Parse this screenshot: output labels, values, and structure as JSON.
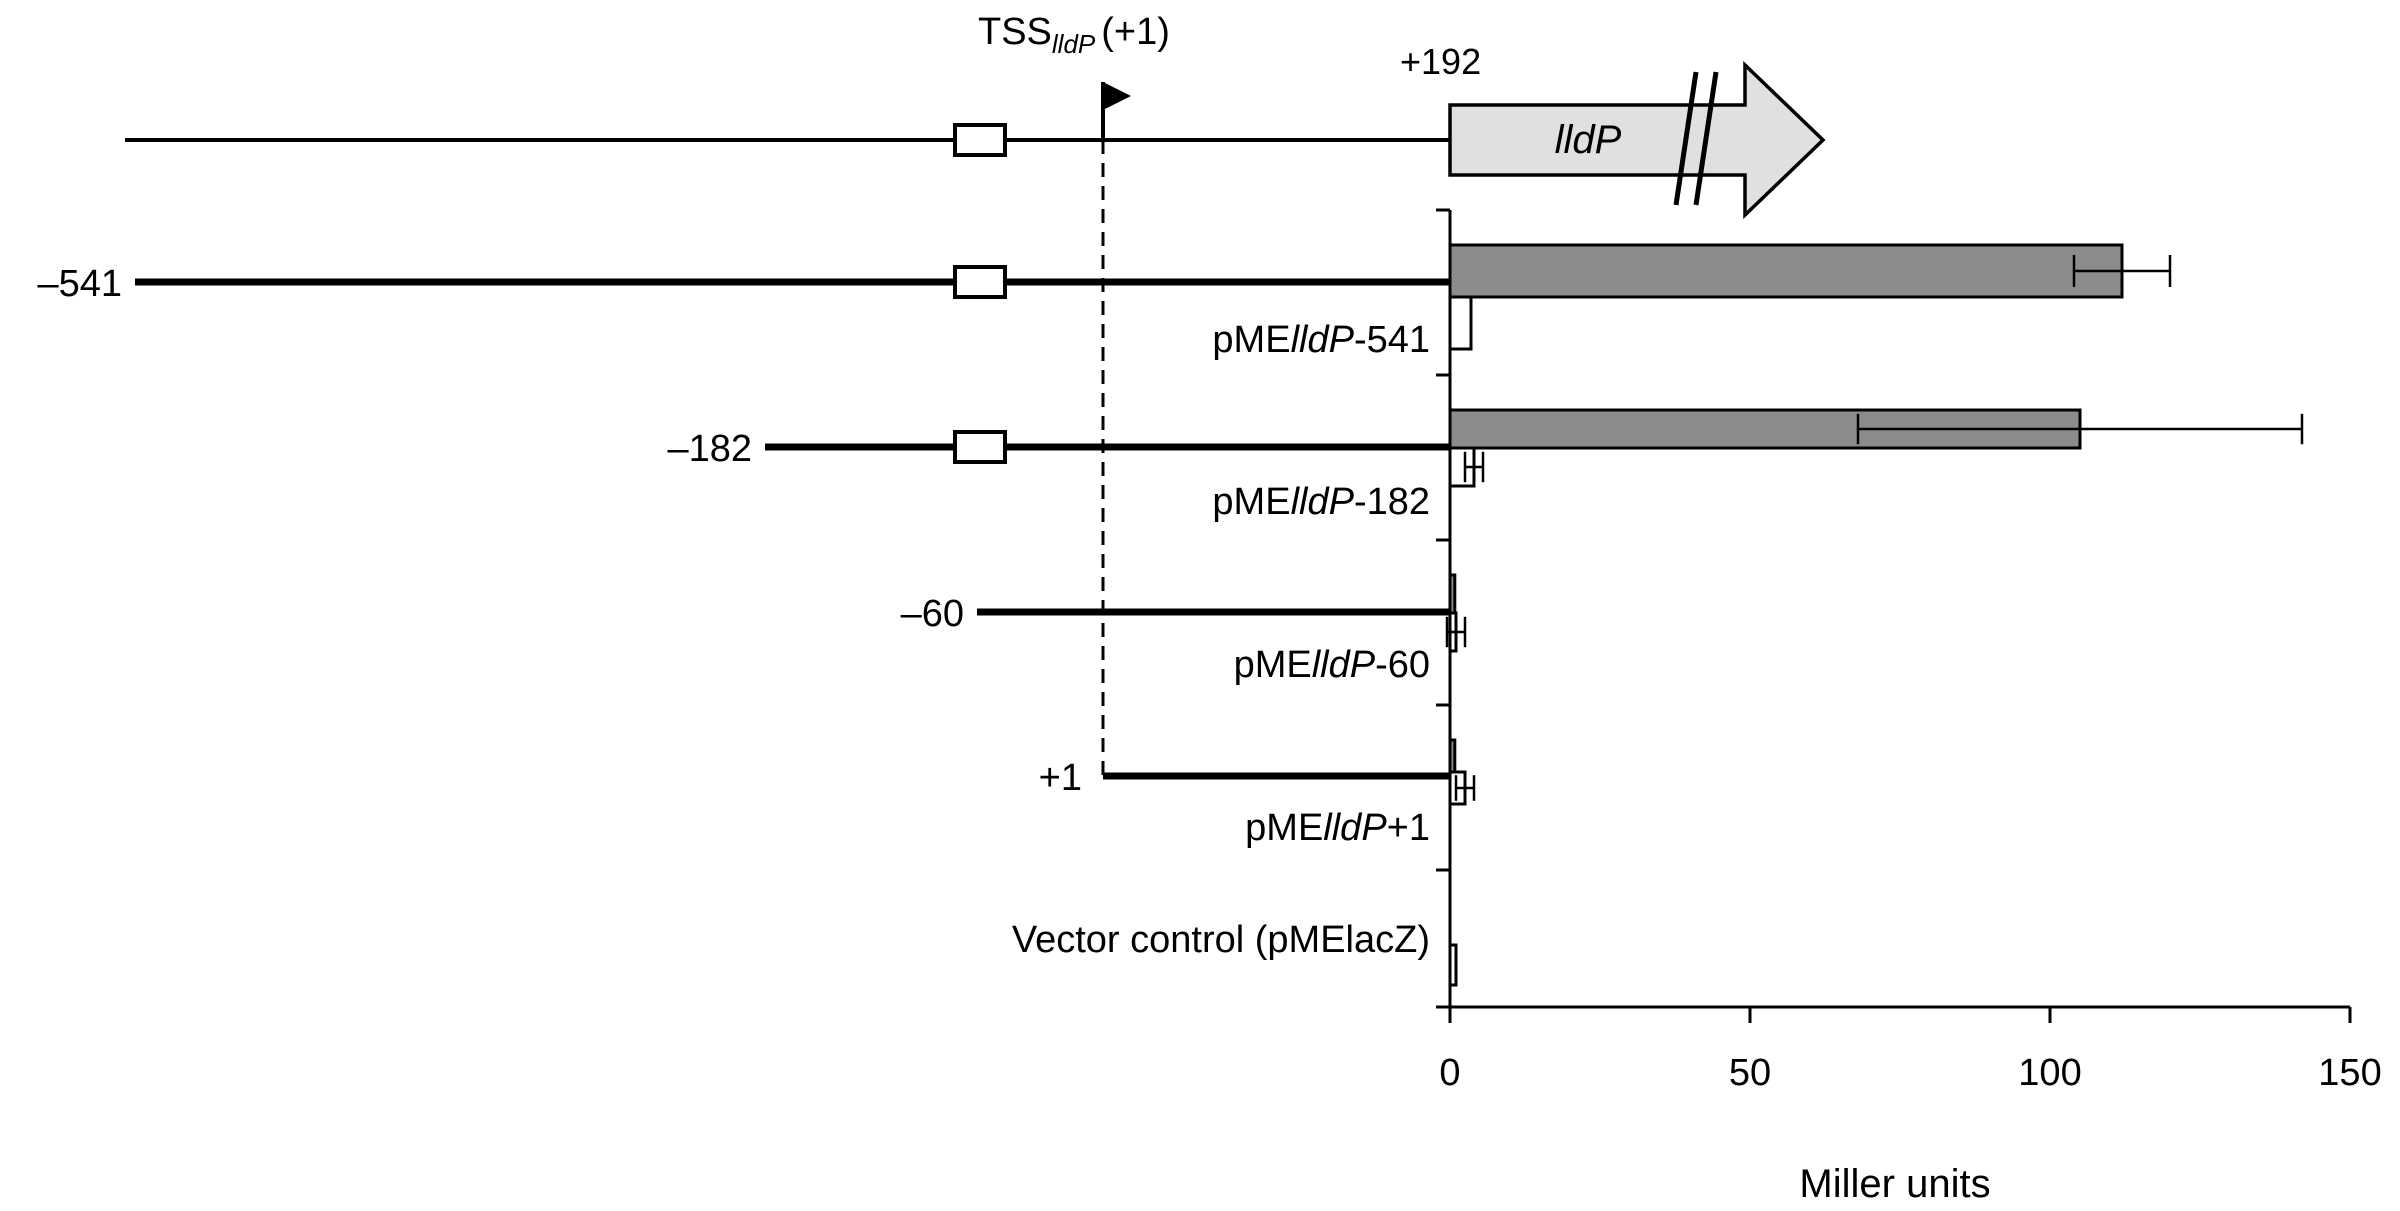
{
  "diagram": {
    "tss_label": "TSS",
    "tss_subscript": "lldP",
    "tss_suffix": "(+1)",
    "pos_192": "+192",
    "gene_label": "lldP"
  },
  "constructs": [
    {
      "start": "–541",
      "prefix": "pME",
      "gene": "lldP",
      "suffix": "-541"
    },
    {
      "start": "–182",
      "prefix": "pME",
      "gene": "lldP",
      "suffix": "-182"
    },
    {
      "start": "–60",
      "prefix": "pME",
      "gene": "lldP",
      "suffix": "-60"
    },
    {
      "start": "+1",
      "prefix": "pME",
      "gene": "lldP",
      "suffix": "+1"
    },
    {
      "start": "",
      "prefix": "Vector control (pMElacZ)",
      "gene": "",
      "suffix": ""
    }
  ],
  "chart_data": {
    "type": "bar",
    "orientation": "horizontal",
    "xlabel": "Miller units",
    "xlim": [
      0,
      150
    ],
    "xticks": [
      0,
      50,
      100,
      150
    ],
    "categories": [
      "pMElldP-541",
      "pMElldP-182",
      "pMElldP-60",
      "pMElldP+1",
      "Vector control (pMElacZ)"
    ],
    "series": [
      {
        "fill": "#8c8c8c",
        "values": [
          112,
          105,
          0.8,
          0.8,
          null
        ],
        "errors": [
          8,
          37,
          null,
          null,
          null
        ]
      },
      {
        "fill": "#ffffff",
        "values": [
          3.5,
          4,
          1,
          2.5,
          1
        ],
        "errors": [
          null,
          1.5,
          1.5,
          1.5,
          null
        ]
      }
    ]
  }
}
